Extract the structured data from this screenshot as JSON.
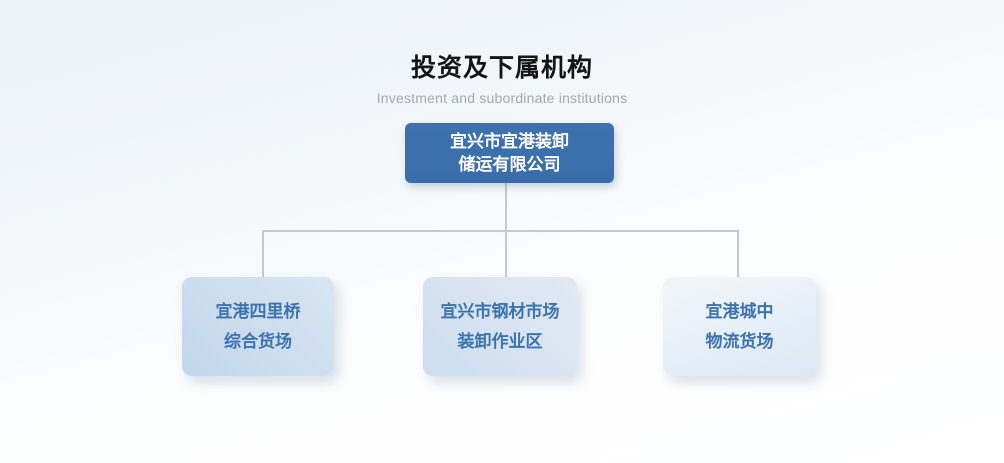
{
  "page": {
    "title": "投资及下属机构",
    "subtitle": "Investment and subordinate institutions"
  },
  "org_chart": {
    "type": "org-tree",
    "root": {
      "line1": "宜兴市宜港装卸",
      "line2": "储运有限公司"
    },
    "children": [
      {
        "line1": "宜港四里桥",
        "line2": "综合货场"
      },
      {
        "line1": "宜兴市钢材市场",
        "line2": "装卸作业区"
      },
      {
        "line1": "宜港城中",
        "line2": "物流货场"
      }
    ]
  },
  "colors": {
    "root_node_bg": "#3d72ae",
    "root_node_text": "#ffffff",
    "child_node_text": "#3b73af",
    "connector": "#c7c8ca"
  }
}
